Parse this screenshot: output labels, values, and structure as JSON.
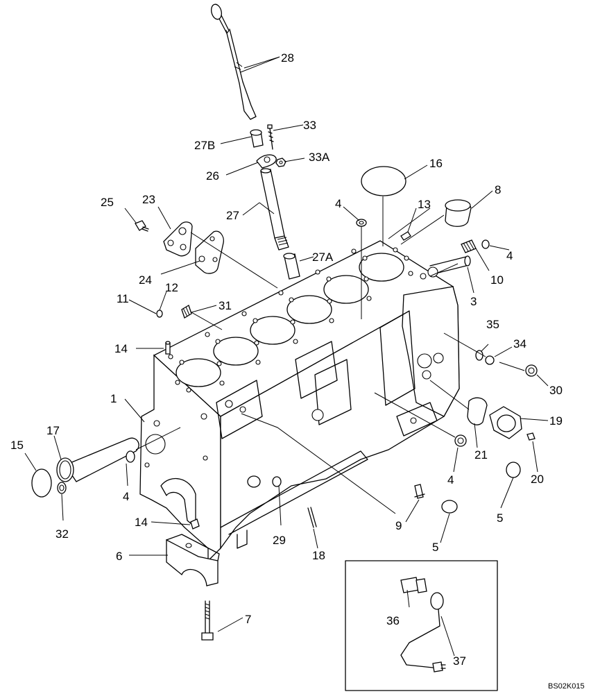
{
  "diagram": {
    "figure_code": "BS02K015",
    "callouts": {
      "c1": "1",
      "c3": "3",
      "c4a": "4",
      "c4b": "4",
      "c4c": "4",
      "c4d": "4",
      "c5a": "5",
      "c5b": "5",
      "c6": "6",
      "c7": "7",
      "c8": "8",
      "c9": "9",
      "c10": "10",
      "c11": "11",
      "c12": "12",
      "c13": "13",
      "c14a": "14",
      "c14b": "14",
      "c15": "15",
      "c16": "16",
      "c17": "17",
      "c18": "18",
      "c19": "19",
      "c20": "20",
      "c21": "21",
      "c23": "23",
      "c24": "24",
      "c25": "25",
      "c26": "26",
      "c27": "27",
      "c27a": "27A",
      "c27b": "27B",
      "c28": "28",
      "c29": "29",
      "c30": "30",
      "c31": "31",
      "c32": "32",
      "c33": "33",
      "c33a": "33A",
      "c34": "34",
      "c35": "35",
      "c36": "36",
      "c37": "37"
    }
  }
}
